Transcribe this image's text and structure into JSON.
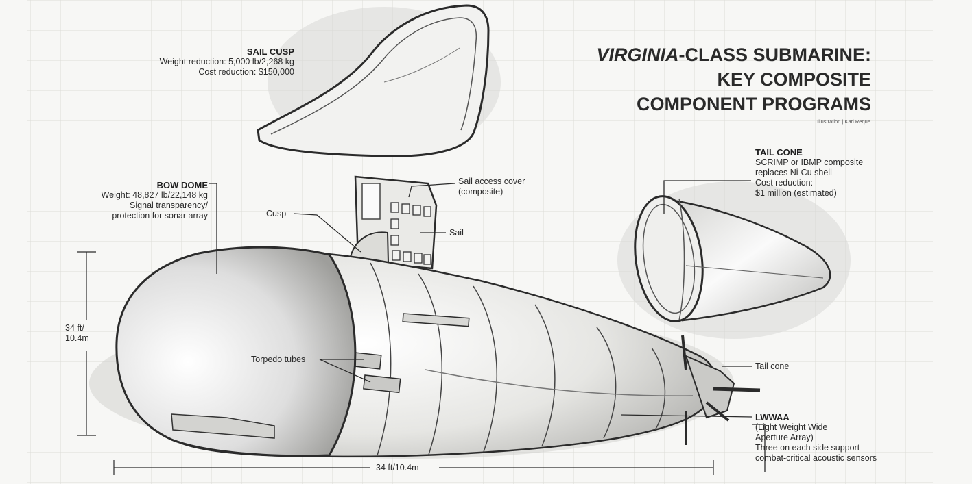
{
  "title": {
    "italic": "VIRGINIA",
    "line1_rest": "-CLASS SUBMARINE:",
    "line2": "KEY COMPOSITE",
    "line3": "COMPONENT PROGRAMS"
  },
  "credit": "Illustration | Karl Reque",
  "callouts": {
    "sail_cusp": {
      "heading": "SAIL CUSP",
      "lines": [
        "Weight reduction: 5,000 lb/2,268 kg",
        "Cost reduction: $150,000"
      ]
    },
    "bow_dome": {
      "heading": "BOW DOME",
      "lines": [
        "Weight: 48,827 lb/22,148 kg",
        "Signal transparency/",
        "protection for sonar array"
      ]
    },
    "tail_cone": {
      "heading": "TAIL CONE",
      "lines": [
        "SCRIMP or IBMP composite",
        "replaces Ni-Cu shell",
        "Cost reduction:",
        "$1 million (estimated)"
      ]
    },
    "lwwaa": {
      "heading": "LWWAA",
      "lines": [
        "(Light Weight Wide",
        "Aperture Array)",
        "Three on each side support",
        "combat-critical acoustic sensors"
      ]
    }
  },
  "labels": {
    "sail_access_cover": [
      "Sail access cover",
      "(composite)"
    ],
    "cusp": "Cusp",
    "sail": "Sail",
    "torpedo_tubes": "Torpedo tubes",
    "tail_cone_small": "Tail cone",
    "height_dimension": [
      "34 ft/",
      "10.4m"
    ],
    "width_dimension": "34 ft/10.4m"
  },
  "colors": {
    "ink": "#2b2b2b",
    "paper": "#f7f7f5",
    "grid": "#dcdcd8",
    "shade": "#c9c9c6"
  }
}
